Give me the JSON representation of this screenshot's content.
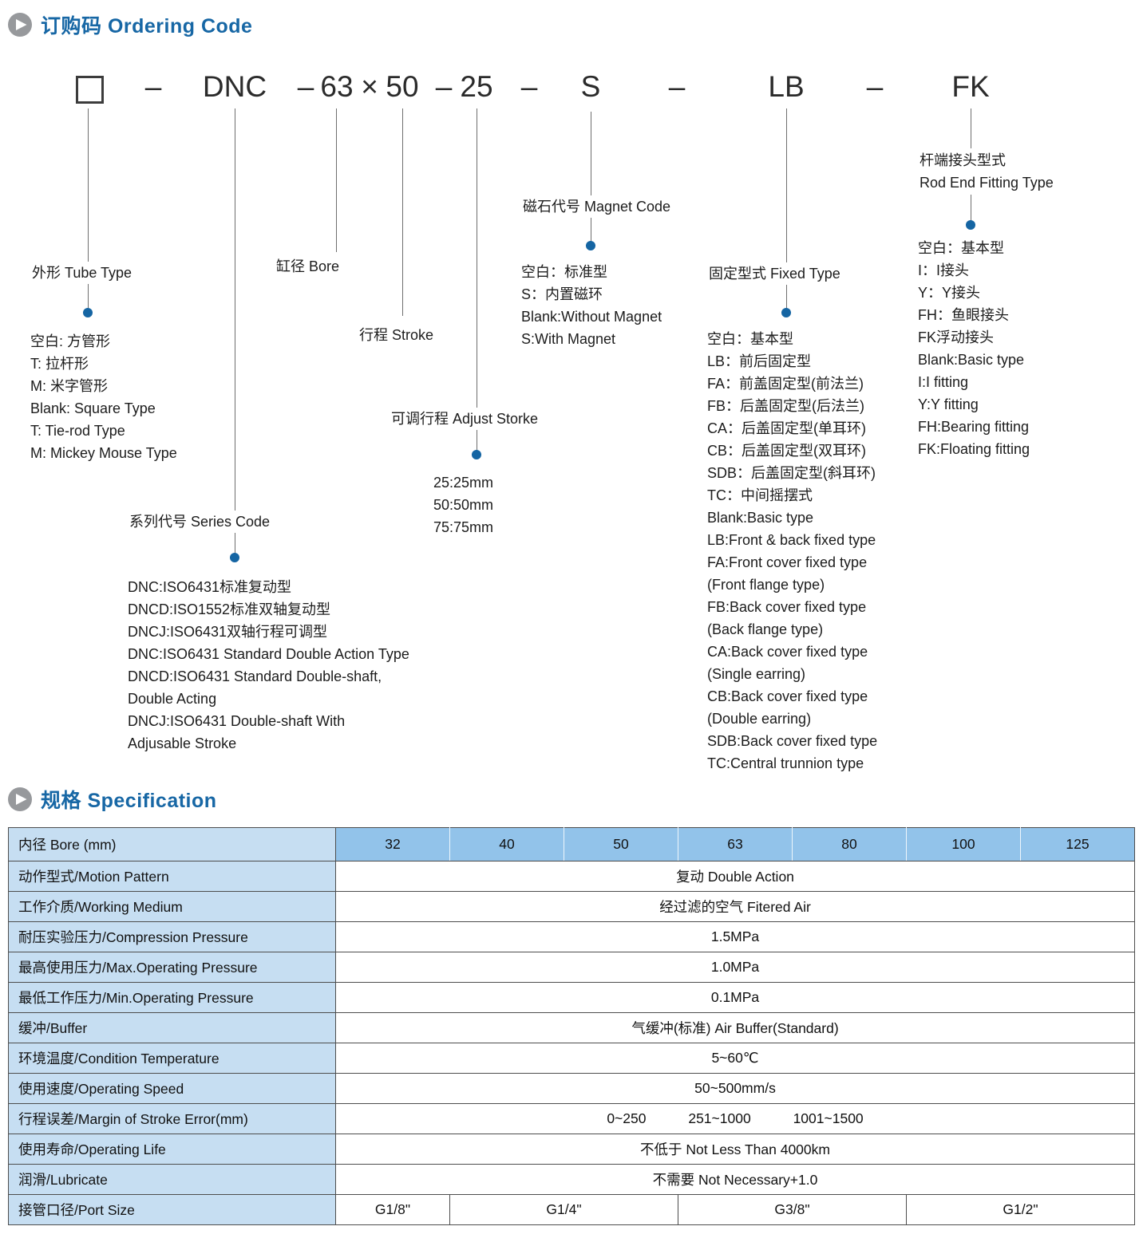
{
  "colors": {
    "accent": "#1767a5",
    "dot": "#1565a3",
    "table_header_bg": "#92c3ea",
    "table_label_bg": "#c6def2"
  },
  "ordering": {
    "title": "订购码 Ordering Code",
    "code": {
      "dash": "–",
      "series": "DNC",
      "bore": "63",
      "times": "×",
      "stroke": "50",
      "adjust": "25",
      "magnet": "S",
      "fixed": "LB",
      "rod_end": "FK"
    },
    "tube": {
      "label": "外形 Tube Type",
      "lines": [
        "空白: 方管形",
        "T: 拉杆形",
        "M: 米字管形",
        "Blank: Square Type",
        "T: Tie-rod Type",
        "M: Mickey Mouse Type"
      ]
    },
    "series": {
      "label": "系列代号 Series Code",
      "lines": [
        "DNC:ISO6431标准复动型",
        "DNCD:ISO1552标准双轴复动型",
        "DNCJ:ISO6431双轴行程可调型",
        "DNC:ISO6431 Standard Double Action Type",
        "DNCD:ISO6431 Standard Double-shaft,",
        "Double Acting",
        "DNCJ:ISO6431 Double-shaft With",
        "Adjusable Stroke"
      ]
    },
    "bore": {
      "label": "缸径 Bore"
    },
    "stroke": {
      "label": "行程 Stroke"
    },
    "adjust": {
      "label": "可调行程 Adjust Storke",
      "lines": [
        "25:25mm",
        "50:50mm",
        "75:75mm"
      ]
    },
    "magnet": {
      "label": "磁石代号 Magnet Code",
      "lines": [
        "空白：标准型",
        "S：内置磁环",
        "Blank:Without Magnet",
        "S:With Magnet"
      ]
    },
    "fixed": {
      "label": "固定型式 Fixed Type",
      "lines": [
        "空白：基本型",
        "LB：前后固定型",
        "FA：前盖固定型(前法兰)",
        "FB：后盖固定型(后法兰)",
        "CA：后盖固定型(单耳环)",
        "CB：后盖固定型(双耳环)",
        "SDB：后盖固定型(斜耳环)",
        "TC：中间摇摆式",
        "Blank:Basic type",
        "LB:Front & back fixed type",
        "FA:Front cover fixed type",
        "(Front flange type)",
        "FB:Back cover fixed type",
        "(Back flange type)",
        "CA:Back cover fixed type",
        "(Single earring)",
        "CB:Back cover fixed type",
        "(Double earring)",
        "SDB:Back cover fixed type",
        "TC:Central trunnion type"
      ]
    },
    "rod_end": {
      "label_cn": "杆端接头型式",
      "label_en": "Rod End Fitting Type",
      "lines": [
        "空白：基本型",
        "I：I接头",
        "Y：Y接头",
        "FH：鱼眼接头",
        "FK浮动接头",
        "Blank:Basic type",
        "I:I fitting",
        "Y:Y fitting",
        "FH:Bearing fitting",
        "FK:Floating fitting"
      ]
    }
  },
  "spec": {
    "title": "规格 Specification",
    "header": {
      "label": "内径 Bore (mm)",
      "bores": [
        "32",
        "40",
        "50",
        "63",
        "80",
        "100",
        "125"
      ]
    },
    "rows": [
      {
        "label": "动作型式/Motion Pattern",
        "value": "复动 Double Action"
      },
      {
        "label": "工作介质/Working Medium",
        "value": "经过滤的空气 Fitered Air"
      },
      {
        "label": "耐压实验压力/Compression Pressure",
        "value": "1.5MPa"
      },
      {
        "label": "最高使用压力/Max.Operating Pressure",
        "value": "1.0MPa"
      },
      {
        "label": "最低工作压力/Min.Operating Pressure",
        "value": "0.1MPa"
      },
      {
        "label": "缓冲/Buffer",
        "value": "气缓冲(标准) Air Buffer(Standard)"
      },
      {
        "label": "环境温度/Condition Temperature",
        "value": "5~60℃"
      },
      {
        "label": "使用速度/Operating Speed",
        "value": "50~500mm/s"
      },
      {
        "label": "使用寿命/Operating Life",
        "value": "不低于 Not Less Than 4000km"
      },
      {
        "label": "润滑/Lubricate",
        "value": "不需要 Not Necessary+1.0"
      }
    ],
    "stroke_error": {
      "label": "行程误差/Margin of Stroke Error(mm)",
      "values": [
        "0~250",
        "251~1000",
        "1001~1500"
      ]
    },
    "port_size": {
      "label": "接管口径/Port Size",
      "values": [
        "G1/8\"",
        "G1/4\"",
        "G3/8\"",
        "G1/2\""
      ]
    }
  }
}
